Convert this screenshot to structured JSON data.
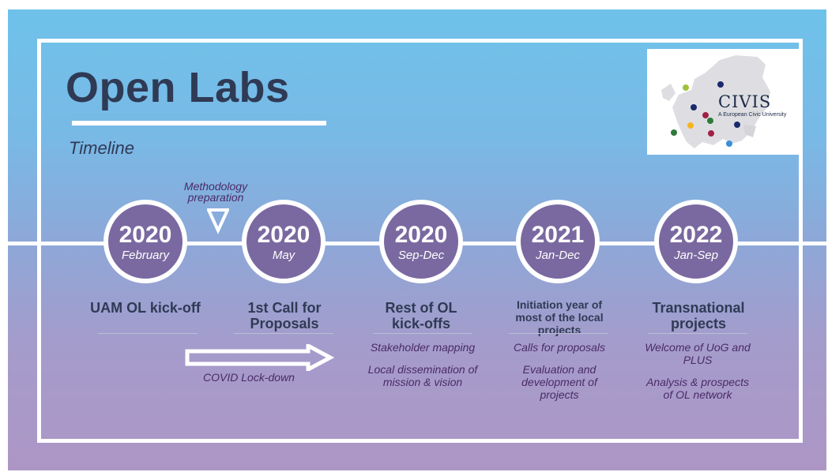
{
  "header": {
    "title": "Open Labs",
    "subtitle": "Timeline"
  },
  "logo": {
    "name": "CIVIS",
    "tagline": "A European Civic University"
  },
  "milestones": [
    {
      "year": "2020",
      "period": "February",
      "title": "UAM OL kick-off",
      "notes": []
    },
    {
      "year": "2020",
      "period": "May",
      "title": "1st Call for Proposals",
      "notes": []
    },
    {
      "year": "2020",
      "period": "Sep-Dec",
      "title": "Rest of OL kick-offs",
      "notes": [
        "Stakeholder mapping",
        "Local dissemination of mission & vision"
      ]
    },
    {
      "year": "2021",
      "period": "Jan-Dec",
      "title": "Initiation year of most of the local projects",
      "notes": [
        "Calls for proposals",
        "Evaluation and development of projects"
      ]
    },
    {
      "year": "2022",
      "period": "Jan-Sep",
      "title": "Transnational projects",
      "notes": [
        "Welcome of UoG and PLUS",
        "Analysis & prospects of OL network"
      ]
    }
  ],
  "annotations": {
    "methodology": "Methodology preparation",
    "covid": "COVID Lock-down"
  },
  "colors": {
    "circle_fill": "#7a69a0",
    "title_text": "#2f3a55",
    "note_text": "#4a2a66",
    "background_top": "#6ec2ea",
    "background_bottom": "#ad96c6"
  }
}
